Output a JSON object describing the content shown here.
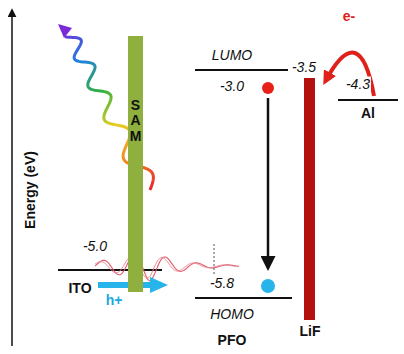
{
  "diagram": {
    "nodes": [
      {
        "text": [
          "S A M"
        ]
      },
      {
        "text": [
          "LiF"
        ]
      }
    ],
    "labels": [
      "Energy (eV)",
      "-5.0",
      "ITO",
      "h+",
      "LUMO",
      "-3.0",
      "-5.8",
      "HOMO",
      "PFO",
      "-3.5",
      "-4.3",
      "Al",
      "e-"
    ]
  }
}
